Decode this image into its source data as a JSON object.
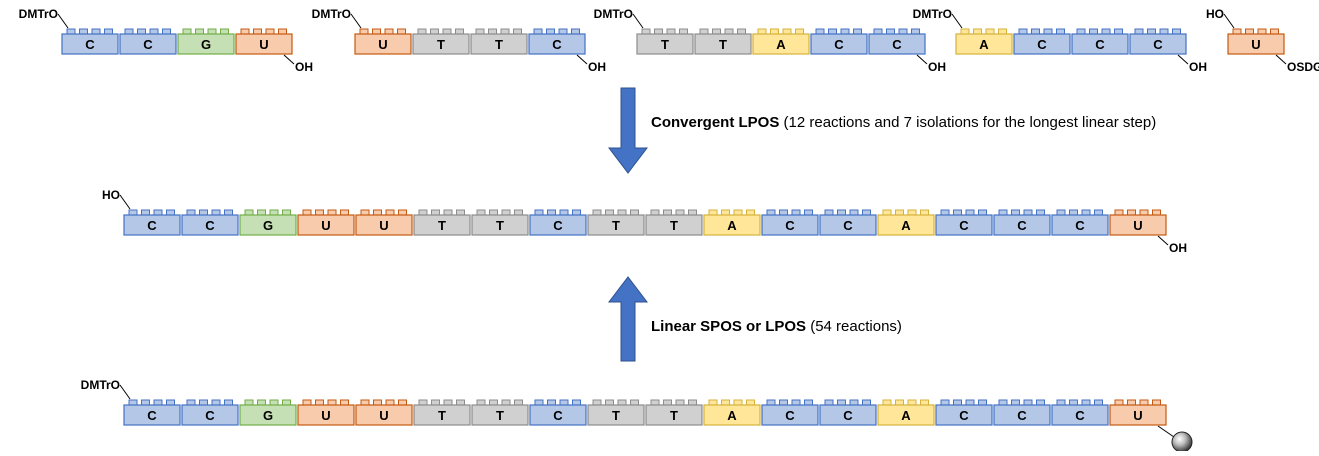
{
  "colors": {
    "C": {
      "fill": "#b4c7e7",
      "stroke": "#4472c4"
    },
    "G": {
      "fill": "#c5e0b4",
      "stroke": "#70ad47"
    },
    "U": {
      "fill": "#f8cbad",
      "stroke": "#c55a11"
    },
    "T": {
      "fill": "#d0d0d0",
      "stroke": "#8c8c8c"
    },
    "A": {
      "fill": "#ffe699",
      "stroke": "#d6b23b"
    },
    "arrow": "#4472c4"
  },
  "fragments": [
    {
      "bases": [
        "C",
        "C",
        "G",
        "U"
      ],
      "five_prime": "DMTrO",
      "three_prime": "OH"
    },
    {
      "bases": [
        "U",
        "T",
        "T",
        "C"
      ],
      "five_prime": "DMTrO",
      "three_prime": "OH"
    },
    {
      "bases": [
        "T",
        "T",
        "A",
        "C",
        "C"
      ],
      "five_prime": "DMTrO",
      "three_prime": "OH"
    },
    {
      "bases": [
        "A",
        "C",
        "C",
        "C"
      ],
      "five_prime": "DMTrO",
      "three_prime": "OH"
    },
    {
      "bases": [
        "U"
      ],
      "five_prime": "HO",
      "three_prime": "OSDG"
    }
  ],
  "product": {
    "bases": [
      "C",
      "C",
      "G",
      "U",
      "U",
      "T",
      "T",
      "C",
      "T",
      "T",
      "A",
      "C",
      "C",
      "A",
      "C",
      "C",
      "C",
      "U"
    ],
    "five_prime": "HO",
    "three_prime": "OH"
  },
  "solid_phase": {
    "bases": [
      "C",
      "C",
      "G",
      "U",
      "U",
      "T",
      "T",
      "C",
      "T",
      "T",
      "A",
      "C",
      "C",
      "A",
      "C",
      "C",
      "C",
      "U"
    ],
    "five_prime": "DMTrO",
    "support_icon": "resin-bead-icon"
  },
  "convergent": {
    "bold": "Convergent LPOS",
    "detail": " (12 reactions and 7 isolations for the longest linear step)"
  },
  "linear": {
    "bold": "Linear SPOS or LPOS",
    "detail": " (54 reactions)"
  },
  "arrow_icons": {
    "down": "down-arrow-icon",
    "up": "up-arrow-icon"
  }
}
